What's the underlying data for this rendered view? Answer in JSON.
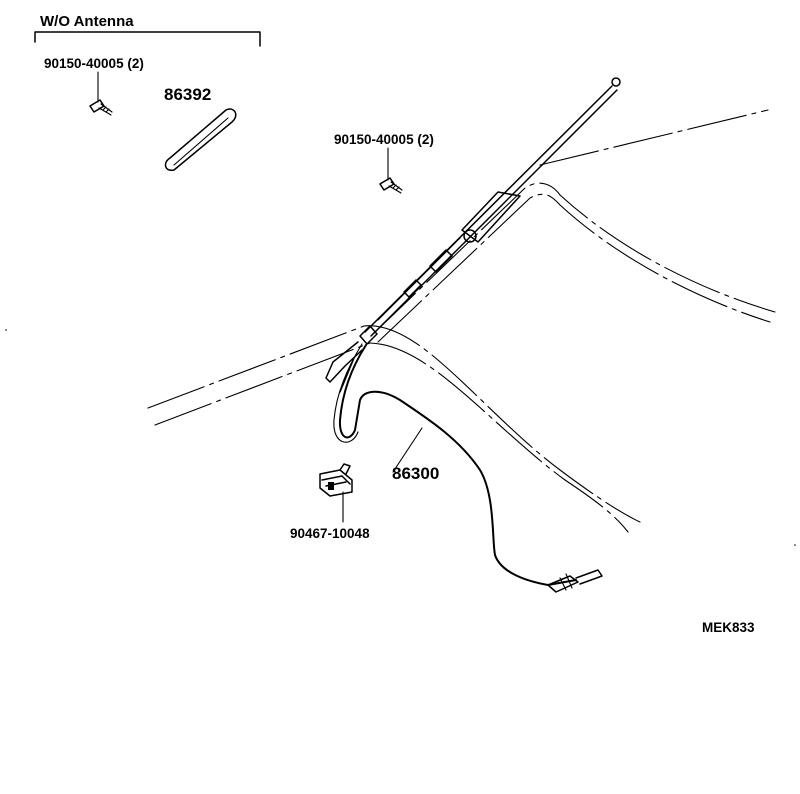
{
  "title": "W/O Antenna",
  "labels": {
    "screw_top_left": "90150-40005 (2)",
    "cover": "86392",
    "screw_center": "90150-40005 (2)",
    "antenna": "86300",
    "clamp": "90467-10048",
    "figure_code": "MEK833"
  },
  "icons": {
    "screw": "screw-icon",
    "clamp": "clamp-icon",
    "cover": "antenna-hole-cover-icon",
    "antenna": "windshield-antenna-icon"
  }
}
